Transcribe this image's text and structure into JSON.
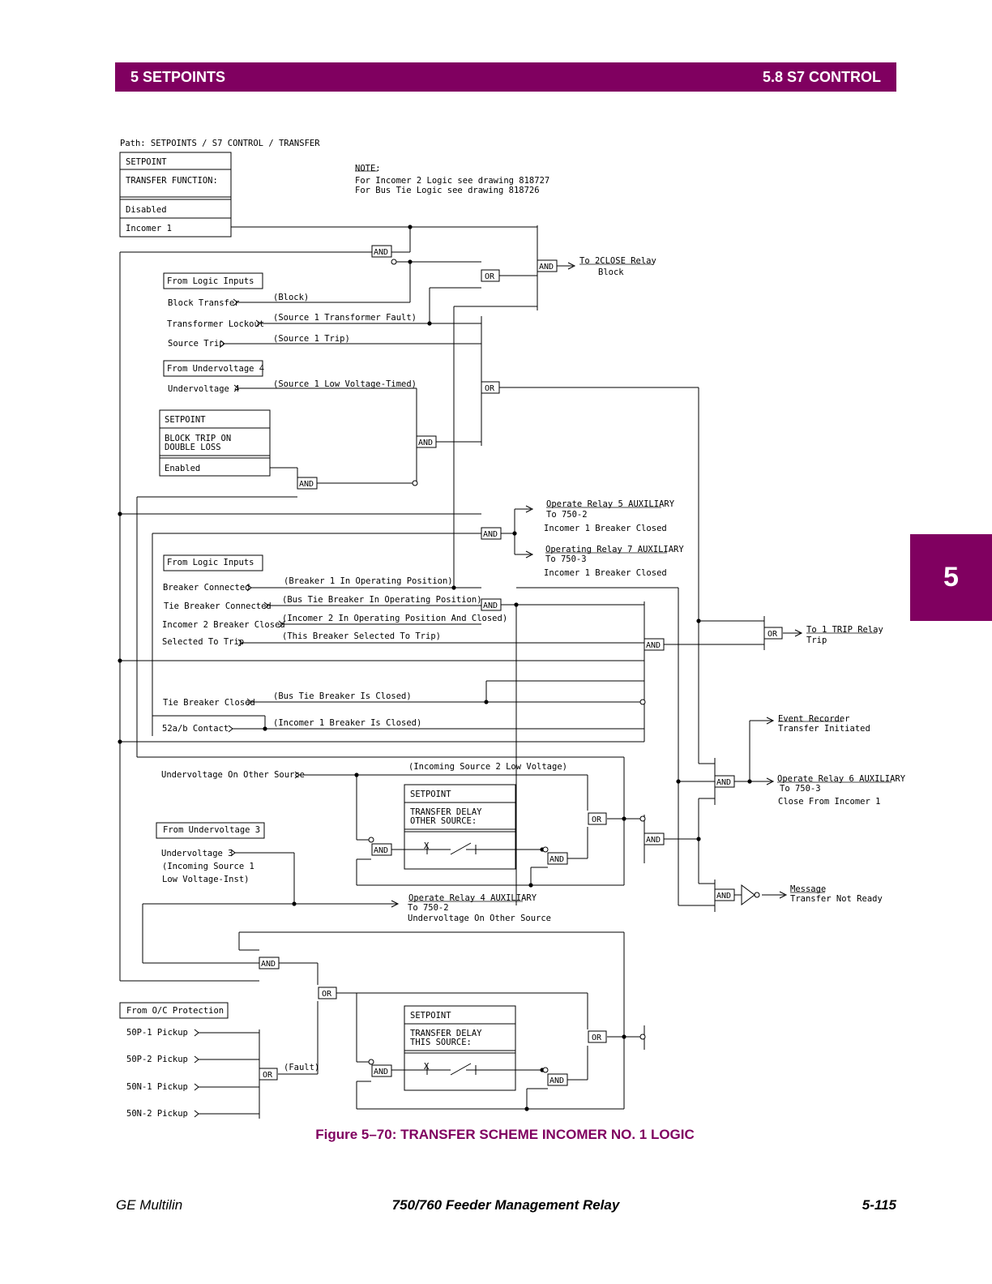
{
  "header": {
    "left": "5 SETPOINTS",
    "right": "5.8 S7 CONTROL"
  },
  "side_tab": "5",
  "path_label": "Path: SETPOINTS / S7 CONTROL / TRANSFER",
  "note": {
    "title": "NOTE:",
    "line1": "For Incomer 2 Logic see drawing 818727",
    "line2": "For Bus Tie Logic see drawing 818726"
  },
  "setpoint_transfer": {
    "head": "SETPOINT",
    "name": "TRANSFER FUNCTION:",
    "opt1": "Disabled",
    "opt2": "Incomer 1"
  },
  "setpoint_block": {
    "head": "SETPOINT",
    "name1": "BLOCK TRIP ON",
    "name2": "DOUBLE LOSS",
    "opt": "Enabled"
  },
  "setpoint_delay_other": {
    "head": "SETPOINT",
    "name1": "TRANSFER DELAY",
    "name2": "OTHER SOURCE:",
    "x": "X"
  },
  "setpoint_delay_this": {
    "head": "SETPOINT",
    "name1": "TRANSFER DELAY",
    "name2": "THIS SOURCE:",
    "x": "X"
  },
  "groups": {
    "logic1": "From Logic Inputs",
    "uv4": "From Undervoltage 4",
    "logic2": "From Logic Inputs",
    "uv3": "From Undervoltage 3",
    "oc": "From O/C Protection"
  },
  "inputs": {
    "block_transfer": "Block Transfer",
    "transformer_lockout": "Transformer Lockout",
    "source_trip": "Source Trip",
    "undervoltage4": "Undervoltage 4",
    "breaker_connected": "Breaker Connected",
    "tie_breaker_connected": "Tie Breaker Connected",
    "incomer2_breaker_closed": "Incomer 2 Breaker Closed",
    "selected_to_trip": "Selected To Trip",
    "tie_breaker_closed": "Tie Breaker Closed",
    "contact_52ab": "52a/b Contact",
    "uv_other_source": "Undervoltage On Other Source",
    "undervoltage3": "Undervoltage 3",
    "uv3_sub1": "(Incoming Source 1",
    "uv3_sub2": "Low Voltage-Inst)",
    "p50p1": "50P-1 Pickup",
    "p50p2": "50P-2 Pickup",
    "p50n1": "50N-1 Pickup",
    "p50n2": "50N-2 Pickup"
  },
  "signals": {
    "block": "(Block)",
    "src1_xfmr_fault": "(Source 1 Transformer Fault)",
    "src1_trip": "(Source 1 Trip)",
    "src1_low_v": "(Source 1 Low Voltage-Timed)",
    "bkr1_op": "(Breaker 1 In Operating Position)",
    "bus_tie_op": "(Bus Tie Breaker In Operating Position)",
    "inc2_op_closed": "(Incomer 2 In Operating Position And Closed)",
    "this_bkr_sel": "(This Breaker Selected To Trip)",
    "bus_tie_closed": "(Bus Tie Breaker Is Closed)",
    "inc1_closed": "(Incomer 1 Breaker Is Closed)",
    "src2_low_v": "(Incoming Source 2 Low Voltage)",
    "fault": "(Fault)"
  },
  "outputs": {
    "close_block": {
      "l1": "To 2CLOSE Relay",
      "l2": "Block"
    },
    "relay5": {
      "l1": "Operate Relay 5 AUXILIARY",
      "l2": "To 750-2",
      "l3": "Incomer 1 Breaker Closed"
    },
    "relay7": {
      "l1": "Operating Relay 7 AUXILIARY",
      "l2": "To 750-3",
      "l3": "Incomer 1 Breaker Closed"
    },
    "trip": {
      "l1": "To 1 TRIP Relay",
      "l2": "Trip"
    },
    "event": {
      "l1": "Event Recorder",
      "l2": "Transfer Initiated"
    },
    "relay6": {
      "l1": "Operate Relay 6 AUXILIARY",
      "l2": "To 750-3",
      "l3": "Close From Incomer 1"
    },
    "relay4": {
      "l1": "Operate Relay 4 AUXILIARY",
      "l2": "To 750-2",
      "l3": "Undervoltage On Other Source"
    },
    "message": {
      "l1": "Message",
      "l2": "Transfer Not Ready"
    }
  },
  "gates": {
    "and": "AND",
    "or": "OR"
  },
  "caption": "Figure 5–70: TRANSFER SCHEME INCOMER NO. 1 LOGIC",
  "footer": {
    "left": "GE Multilin",
    "center": "750/760 Feeder Management Relay",
    "right": "5-115"
  }
}
